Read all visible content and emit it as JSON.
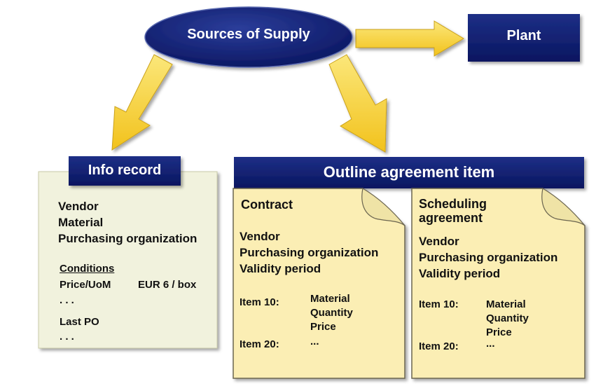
{
  "sources": {
    "label": "Sources of Supply"
  },
  "plant": {
    "label": "Plant"
  },
  "info_record": {
    "title": "Info record",
    "fields": [
      "Vendor",
      "Material",
      "Purchasing organization"
    ],
    "conditions_label": "Conditions",
    "price_label": "Price/UoM",
    "price_value": "EUR 6 / box",
    "ellipsis1": ". . .",
    "last_po": "Last PO",
    "ellipsis2": ". . ."
  },
  "outline": {
    "title": "Outline agreement item",
    "contract": {
      "title": "Contract",
      "fields": [
        "Vendor",
        "Purchasing organization",
        "Validity period"
      ],
      "item10": "Item 10:",
      "item10_lines": [
        "Material",
        "Quantity",
        "Price"
      ],
      "item20": "Item 20:",
      "item20_value": "..."
    },
    "scheduling": {
      "title_line1": "Scheduling",
      "title_line2": "agreement",
      "fields": [
        "Vendor",
        "Purchasing organization",
        "Validity period"
      ],
      "item10": "Item 10:",
      "item10_lines": [
        "Material",
        "Quantity",
        "Price"
      ],
      "item20": "Item 20:",
      "item20_value": "..."
    }
  },
  "colors": {
    "navy": "#0f1e6b",
    "arrow_fill": "#f7d030",
    "note_fill": "#fbeeb4",
    "info_fill": "#f1f2dd"
  }
}
